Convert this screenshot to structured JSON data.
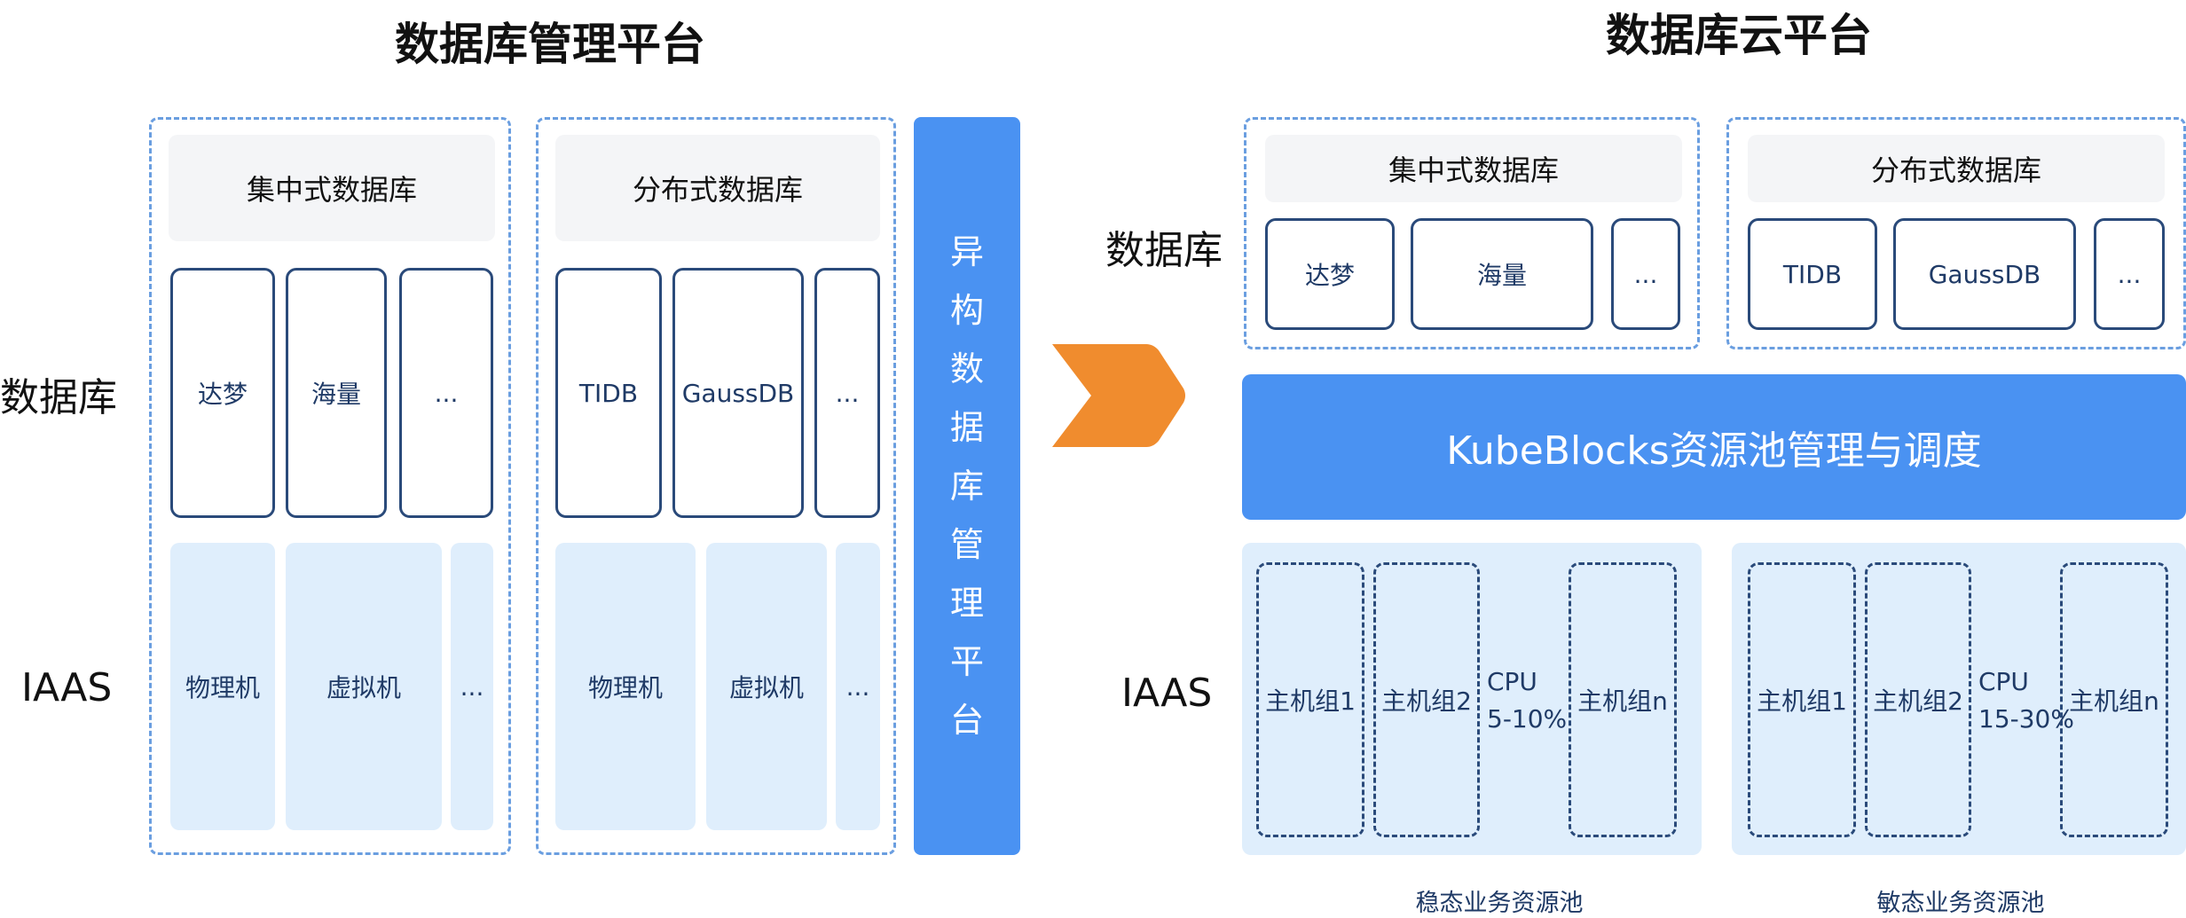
{
  "left": {
    "title": "数据库管理平台",
    "row_db_label": "数据库",
    "row_iaas_label": "IAAS",
    "centralized": {
      "header": "集中式数据库",
      "dbs": [
        "达梦",
        "海量",
        "..."
      ],
      "iaas": [
        "物理机",
        "虚拟机",
        "..."
      ]
    },
    "distributed": {
      "header": "分布式数据库",
      "dbs": [
        "TIDB",
        "GaussDB",
        "..."
      ],
      "iaas": [
        "物理机",
        "虚拟机",
        "..."
      ]
    },
    "platform_bar": [
      "异",
      "构",
      "数",
      "据",
      "库",
      "管",
      "理",
      "平",
      "台"
    ]
  },
  "right": {
    "title": "数据库云平台",
    "row_db_label": "数据库",
    "row_iaas_label": "IAAS",
    "centralized": {
      "header": "集中式数据库",
      "dbs": [
        "达梦",
        "海量",
        "..."
      ]
    },
    "distributed": {
      "header": "分布式数据库",
      "dbs": [
        "TIDB",
        "GaussDB",
        "..."
      ]
    },
    "kubeblocks_bar": "KubeBlocks资源池管理与调度",
    "stable_pool": {
      "hosts": [
        "主机组1",
        "主机组2",
        "主机组n"
      ],
      "cpu_label": "CPU",
      "cpu_value": "5-10%",
      "caption": "稳态业务资源池"
    },
    "agile_pool": {
      "hosts": [
        "主机组1",
        "主机组2",
        "主机组n"
      ],
      "cpu_label": "CPU",
      "cpu_value": "15-30%",
      "caption": "敏态业务资源池"
    }
  },
  "colors": {
    "accent_blue": "#4a92f2",
    "light_blue": "#dfeefc",
    "dark_navy": "#2a4a7a",
    "arrow_orange": "#f08c2e"
  },
  "icons": {
    "transition_arrow": "chevron-right-arrow-icon"
  }
}
